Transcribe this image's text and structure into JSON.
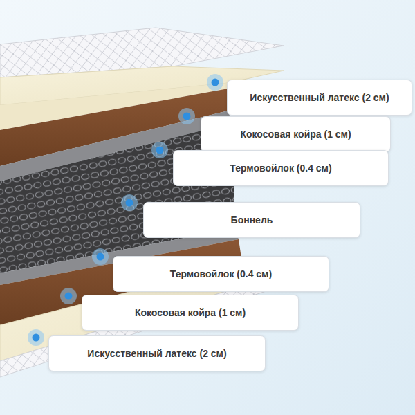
{
  "diagram": {
    "nodes": [
      {
        "text": [
          "Искусственный латекс (2 см)"
        ]
      },
      {
        "text": [
          "Кокосовая койра (1 см)"
        ]
      },
      {
        "text": [
          "Термовойлок (0.4 см)"
        ]
      },
      {
        "text": [
          "Боннель"
        ]
      },
      {
        "text": [
          "Термовойлок (0.4 см)"
        ]
      },
      {
        "text": [
          "Кокосовая койра (1 см)"
        ]
      },
      {
        "text": [
          "Искусственный латекс (2 см)"
        ]
      }
    ]
  }
}
